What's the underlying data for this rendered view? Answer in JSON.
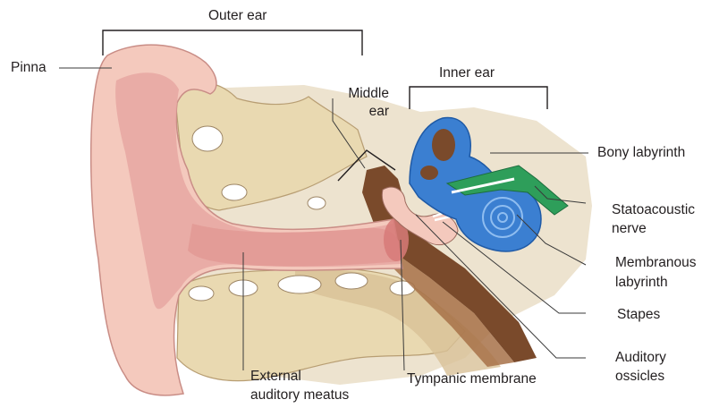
{
  "labels": {
    "outer_ear": "Outer ear",
    "pinna": "Pinna",
    "middle_ear_line1": "Middle",
    "middle_ear_line2": "ear",
    "inner_ear": "Inner ear",
    "bony_labyrinth": "Bony labyrinth",
    "statoacoustic_line1": "Statoacoustic",
    "statoacoustic_line2": "nerve",
    "membranous_line1": "Membranous",
    "membranous_line2": "labyrinth",
    "stapes": "Stapes",
    "ossicles_line1": "Auditory",
    "ossicles_line2": "ossicles",
    "meatus_line1": "External",
    "meatus_line2": "auditory meatus",
    "tympanic": "Tympanic membrane"
  },
  "colors": {
    "skin": "#f4c9bd",
    "skin_dark": "#e39c97",
    "skin_outline": "#c98d86",
    "background_tissue": "#ede3cf",
    "bone": "#e9d9b1",
    "bone_shade": "#cdb58a",
    "cavity_brown": "#7a4a2b",
    "bony_labyrinth_blue": "#3b7fd1",
    "membranous_green": "#2e9e5a",
    "leader_line": "#3a3a3a"
  }
}
